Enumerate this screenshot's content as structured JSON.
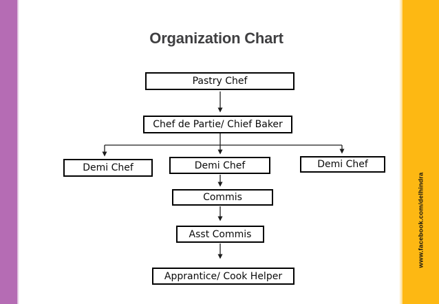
{
  "slide": {
    "title": "Organization Chart",
    "watermark": "www.facebook.com/delhindra"
  },
  "colors": {
    "left_bar": "#b56cb4",
    "right_bar": "#fdb813",
    "title": "#3f3f41",
    "box_border": "#000000",
    "box_text": "#0a0a0a",
    "connector": "#1c1c1c",
    "watermark_text": "#111111"
  },
  "org_chart": {
    "nodes": [
      {
        "id": "pastry-chef",
        "label": "Pastry Chef",
        "level": 1
      },
      {
        "id": "chef-de-partie",
        "label": "Chef de Partie/ Chief Baker",
        "level": 2
      },
      {
        "id": "demi-chef-left",
        "label": "Demi Chef",
        "level": 3
      },
      {
        "id": "demi-chef-center",
        "label": "Demi Chef",
        "level": 3
      },
      {
        "id": "demi-chef-right",
        "label": "Demi Chef",
        "level": 3
      },
      {
        "id": "commis",
        "label": "Commis",
        "level": 4
      },
      {
        "id": "asst-commis",
        "label": "Asst Commis",
        "level": 5
      },
      {
        "id": "apprantice-cook-helper",
        "label": "Apprantice/ Cook Helper",
        "level": 6
      }
    ],
    "edges": [
      {
        "from": "pastry-chef",
        "to": "chef-de-partie"
      },
      {
        "from": "chef-de-partie",
        "to": "demi-chef-left"
      },
      {
        "from": "chef-de-partie",
        "to": "demi-chef-center"
      },
      {
        "from": "chef-de-partie",
        "to": "demi-chef-right"
      },
      {
        "from": "demi-chef-center",
        "to": "commis"
      },
      {
        "from": "commis",
        "to": "asst-commis"
      },
      {
        "from": "asst-commis",
        "to": "apprantice-cook-helper"
      }
    ]
  }
}
